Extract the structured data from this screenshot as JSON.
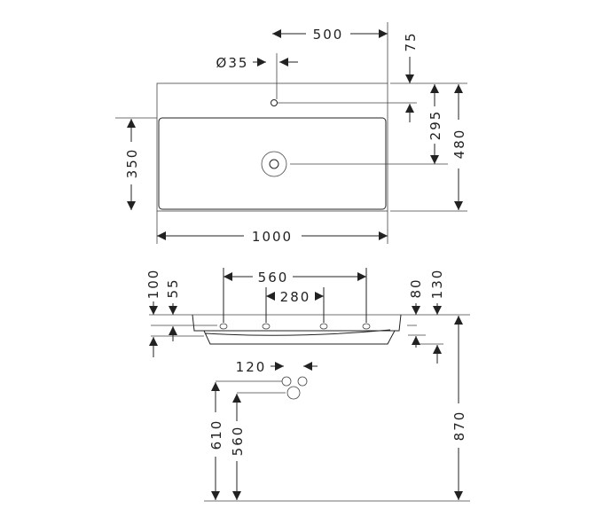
{
  "top_view": {
    "width": "1000",
    "half_width": "500",
    "tap_hole_diameter": "Ø35",
    "tap_offset": "75",
    "drain_offset": "295",
    "depth": "480",
    "basin_depth": "350"
  },
  "side_view": {
    "hole_spacing_outer": "560",
    "hole_spacing_inner": "280",
    "rim_100": "100",
    "rim_55": "55",
    "rim_80": "80",
    "rim_130": "130",
    "waste_spacing": "120",
    "height_610": "610",
    "height_560": "560",
    "height_870": "870"
  }
}
